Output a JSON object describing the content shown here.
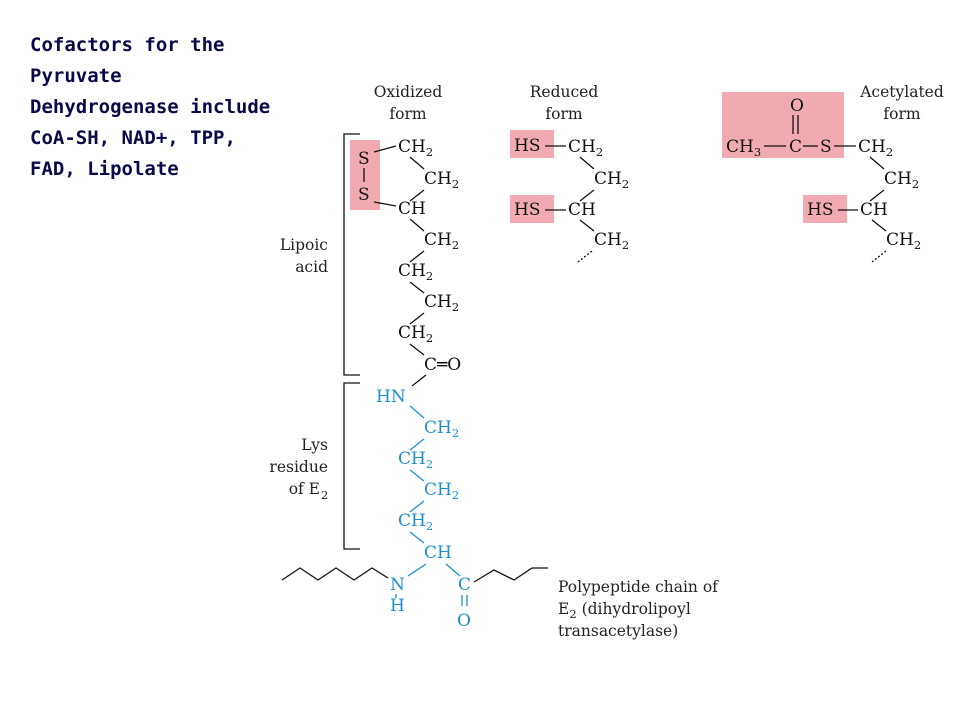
{
  "slide": {
    "title_lines": [
      "Cofactors for the",
      "Pyruvate",
      "Dehydrogenase include",
      "CoA-SH, NAD+, TPP,",
      "FAD, Lipolate"
    ]
  },
  "figure": {
    "headers": {
      "oxidized": [
        "Oxidized",
        "form"
      ],
      "reduced": [
        "Reduced",
        "form"
      ],
      "acetylated": [
        "Acetylated",
        "form"
      ]
    },
    "brackets": {
      "lipoic": [
        "Lipoic",
        "acid"
      ],
      "lys": [
        "Lys",
        "residue",
        "of E"
      ],
      "lys_sub": "2"
    },
    "caption": {
      "line1": "Polypeptide chain of",
      "line2_main": "E",
      "line2_sub": "2",
      "line2_rest": " (dihydrolipoyl",
      "line3": "transacetylase)"
    },
    "atoms": {
      "ch2_main": "CH",
      "ch2_sub": "2",
      "ch": "CH",
      "s": "S",
      "hs": "HS",
      "hn": "HN",
      "n": "N",
      "h": "H",
      "o": "O",
      "c": "C",
      "c_eq_o": "C═O",
      "ch3_main": "CH",
      "ch3_sub": "3"
    },
    "colors": {
      "highlight": "#f2aab2",
      "lys_blue": "#1a8fd0",
      "title_text": "#0a0a4a"
    }
  }
}
